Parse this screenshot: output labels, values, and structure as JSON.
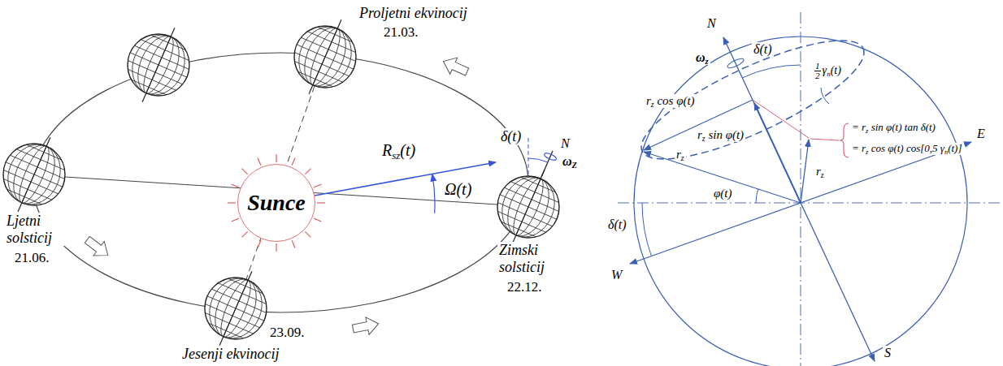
{
  "diagram": {
    "nodes": [
      {
        "text": [
          "Sunce"
        ]
      }
    ],
    "labels": [
      "Proljetni ekvinocij",
      "21.03.",
      "Ljetni solsticij",
      "21.06.",
      "23.09.",
      "Jesenji ekvinocij",
      "Zimski solsticij",
      "22.12.",
      "R",
      "sz",
      "(t)",
      "Ω(t)",
      "δ(t)",
      "N",
      "ω",
      "Z",
      "N",
      "ω",
      "z",
      "δ(t)",
      "1",
      "2",
      "γ",
      "n",
      "(t)",
      "r",
      "z",
      "cos φ(t)",
      "r",
      "z",
      "sin φ(t)",
      "= r",
      "z",
      "sin φ(t) tan δ(t)",
      "= r",
      "z",
      "cos φ(t) cos[0,5 γ",
      "n",
      "(t)]",
      "r",
      "z",
      "r",
      "z",
      "φ(t)",
      "δ(t)",
      "W",
      "E",
      "S"
    ]
  }
}
